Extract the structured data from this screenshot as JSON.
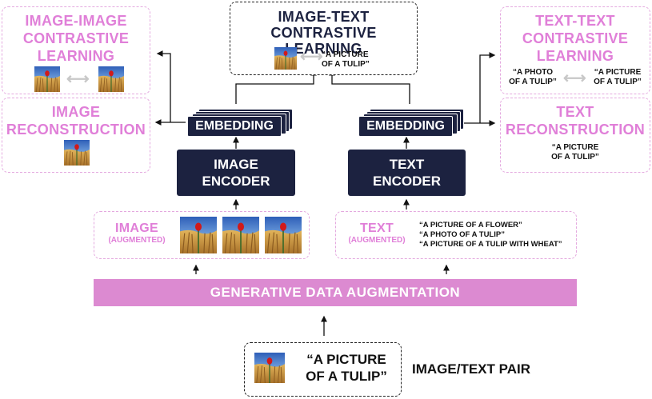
{
  "image_text_contrastive": {
    "line1": "IMAGE-TEXT",
    "line2": "CONTRASTIVE LEARNING",
    "quote1": "“A PICTURE",
    "quote2": "OF A TULIP”"
  },
  "image_image_contrastive": {
    "line1": "IMAGE-IMAGE",
    "line2": "CONTRASTIVE",
    "line3": "LEARNING"
  },
  "image_reconstruction": {
    "line1": "IMAGE",
    "line2": "RECONSTRUCTION"
  },
  "text_text_contrastive": {
    "line1": "TEXT-TEXT",
    "line2": "CONTRASTIVE",
    "line3": "LEARNING",
    "quote_a1": "“A PHOTO",
    "quote_a2": "OF A TULIP”",
    "quote_b1": "“A PICTURE",
    "quote_b2": "OF A TULIP”"
  },
  "text_reconstruction": {
    "line1": "TEXT",
    "line2": "RECONSTRUCTION",
    "quote1": "“A PICTURE",
    "quote2": "OF A TULIP”"
  },
  "embedding_label": "EMBEDDING",
  "image_encoder": {
    "line1": "IMAGE",
    "line2": "ENCODER"
  },
  "text_encoder": {
    "line1": "TEXT",
    "line2": "ENCODER"
  },
  "image_aug": {
    "title": "IMAGE",
    "sub": "(AUGMENTED)"
  },
  "text_aug": {
    "title": "TEXT",
    "sub": "(AUGMENTED)",
    "captions": [
      "“A PICTURE OF A FLOWER”",
      "“A PHOTO OF A TULIP”",
      "“A PICTURE OF A TULIP WITH WHEAT”"
    ]
  },
  "augmentation_bar": "GENERATIVE DATA AUGMENTATION",
  "pair": {
    "quote1": "“A PICTURE",
    "quote2": "OF A TULIP”",
    "label": "IMAGE/TEXT PAIR"
  },
  "colors": {
    "navy": "#1c2240",
    "pink": "#e07fd8",
    "pink_bar": "#dc8ad1",
    "pink_border": "#e4a9df"
  }
}
